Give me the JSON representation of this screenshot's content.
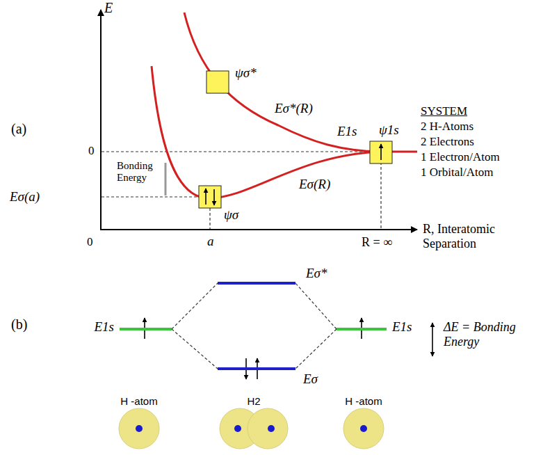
{
  "diagram": {
    "nodes": [
      {
        "text": [
          "E1s"
        ]
      },
      {
        "text": [
          "Eσ*"
        ]
      },
      {
        "text": [
          "Eσ"
        ]
      },
      {
        "text": [
          "E1s"
        ]
      },
      {
        "text": [
          "H -atom"
        ]
      },
      {
        "text": [
          "H2"
        ]
      },
      {
        "text": [
          "H -atom"
        ]
      }
    ],
    "edges": [
      {
        "from": 0,
        "to": 1,
        "arrow": "none"
      },
      {
        "from": 0,
        "to": 2,
        "arrow": "none"
      },
      {
        "from": 3,
        "to": 1,
        "arrow": "none"
      },
      {
        "from": 3,
        "to": 2,
        "arrow": "none"
      }
    ],
    "labels": [
      "E",
      "(a)",
      "0",
      "Bonding Energy",
      "Eσ(a)",
      "0",
      "a",
      "ψσ*",
      "Eσ*(R)",
      "E1s",
      "ψ1s",
      "Eσ(R)",
      "ψσ",
      "R = ∞",
      "R, Interatomic Separation",
      "SYSTEM",
      "2 H-Atoms",
      "2 Electrons",
      "1 Electron/Atom",
      "1 Orbital/Atom",
      "(b)",
      "ΔE = Bonding Energy"
    ]
  }
}
